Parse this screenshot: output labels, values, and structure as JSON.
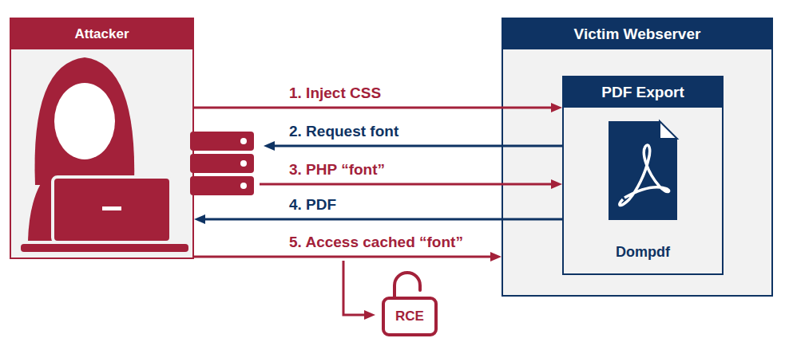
{
  "diagram": {
    "nodes": [
      {
        "text": [
          "Attacker"
        ]
      },
      {
        "text": [
          "Victim Webserver"
        ]
      },
      {
        "text": [
          "PDF Export",
          "Dompdf"
        ],
        "in": 1
      },
      {
        "text": [
          "RCE"
        ]
      }
    ],
    "edges": [
      {
        "from": 0,
        "to": 2,
        "label": "1. Inject CSS",
        "arrow": "to"
      },
      {
        "from": 2,
        "to": 0,
        "label": "2. Request font",
        "arrow": "to"
      },
      {
        "from": 0,
        "to": 2,
        "label": "3. PHP “font”",
        "arrow": "to"
      },
      {
        "from": 2,
        "to": 0,
        "label": "4. PDF",
        "arrow": "to"
      },
      {
        "from": 0,
        "to": 1,
        "label": "5. Access cached “font”",
        "arrow": "to"
      }
    ]
  }
}
